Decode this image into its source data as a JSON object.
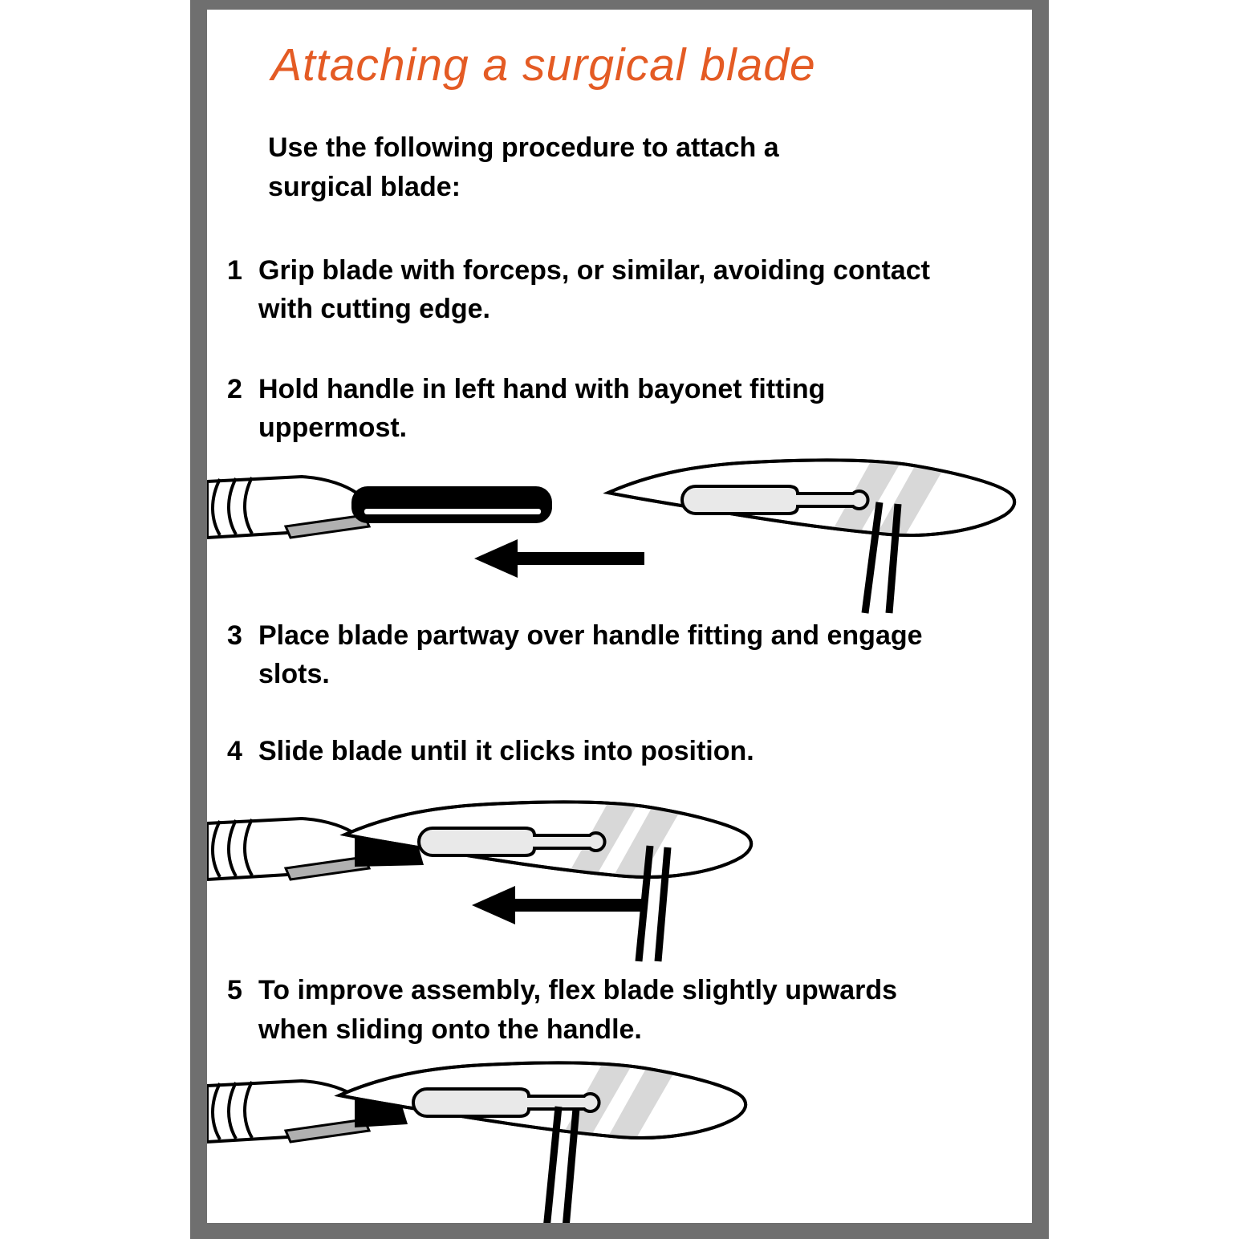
{
  "page": {
    "title": "Attaching a surgical blade",
    "intro": {
      "pre": "Use the following procedure to ",
      "bold": "attach",
      "post": " a surgical blade:"
    },
    "steps": [
      {
        "num": "1",
        "text": "Grip blade with forceps, or similar, avoiding contact with cutting edge."
      },
      {
        "num": "2",
        "text": "Hold handle in left hand with bayonet fitting uppermost."
      },
      {
        "num": "3",
        "text": "Place blade partway over handle fitting and engage slots."
      },
      {
        "num": "4",
        "text": "Slide blade until it clicks into position."
      },
      {
        "num": "5",
        "text": "To improve assembly, flex blade slightly upwards when sliding onto the handle."
      }
    ],
    "illustrations": [
      {
        "name": "handle-and-detached-blade",
        "elements": [
          "scalpel-handle",
          "bayonet-fitting",
          "surgical-blade",
          "blade-keyhole-slot",
          "forceps",
          "left-arrow"
        ]
      },
      {
        "name": "blade-partway-on-handle",
        "elements": [
          "scalpel-handle",
          "bayonet-fitting-wedge",
          "surgical-blade",
          "blade-keyhole-slot",
          "forceps",
          "left-arrow"
        ]
      },
      {
        "name": "blade-fully-attached",
        "elements": [
          "scalpel-handle",
          "surgical-blade",
          "blade-keyhole-slot",
          "forceps"
        ]
      }
    ],
    "colors": {
      "title": "#e45b24",
      "frame": "#6f6f6f",
      "text": "#000000",
      "blade_shading": "#d8d8d8",
      "handle_underside": "#b0b0b0"
    }
  }
}
